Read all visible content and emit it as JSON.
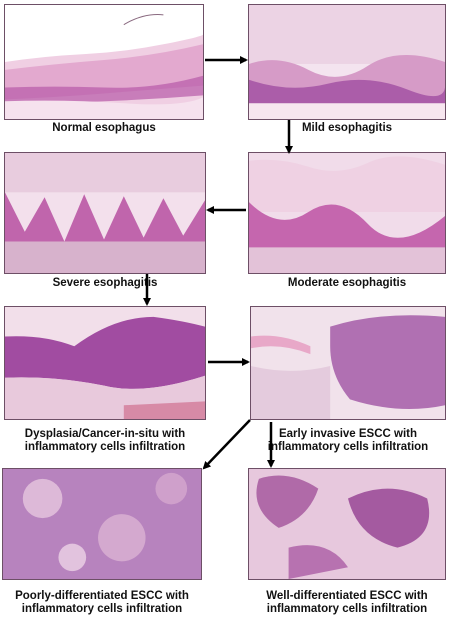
{
  "stages": [
    {
      "id": "normal",
      "lines": [
        "Normal esophagus"
      ]
    },
    {
      "id": "mild",
      "lines": [
        "Mild esophagitis"
      ]
    },
    {
      "id": "severe",
      "lines": [
        "Severe esophagitis"
      ]
    },
    {
      "id": "moderate",
      "lines": [
        "Moderate esophagitis"
      ]
    },
    {
      "id": "dysplasia",
      "lines": [
        "Dysplasia/Cancer-in-situ with",
        "inflammatory cells  infiltration"
      ]
    },
    {
      "id": "early",
      "lines": [
        "Early invasive ESCC with",
        "inflammatory cells  infiltration"
      ]
    },
    {
      "id": "poor",
      "lines": [
        "Poorly-differentiated ESCC with",
        "inflammatory cells infiltration"
      ]
    },
    {
      "id": "well",
      "lines": [
        "Well-differentiated ESCC with",
        "inflammatory cells infiltration"
      ]
    }
  ],
  "colors": {
    "stain_pink": "#e9b9d6",
    "stain_purple": "#8a3f95",
    "stain_light": "#f3e4ee",
    "arrow": "#000000"
  }
}
